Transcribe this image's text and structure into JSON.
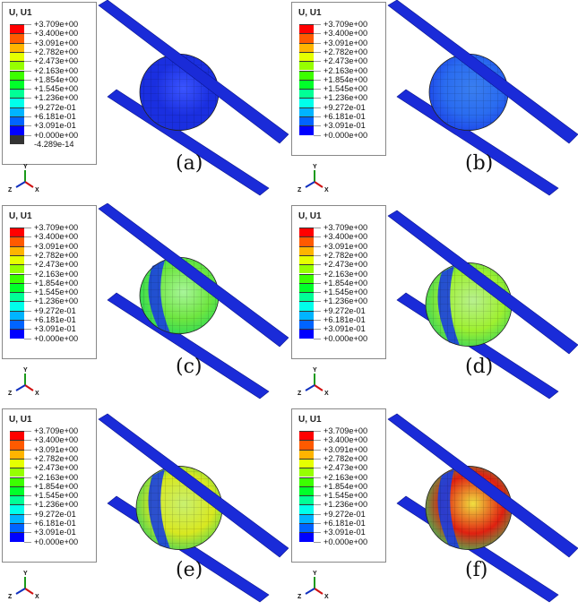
{
  "legend": {
    "title": "U, U1",
    "band_colors": [
      "#ff0000",
      "#ff5a00",
      "#ffb400",
      "#e6ff00",
      "#96ff00",
      "#3cff00",
      "#00ff2a",
      "#00ff96",
      "#00ffea",
      "#00b4ff",
      "#0064ff",
      "#0000ff"
    ],
    "values": [
      "+3.709e+00",
      "+3.400e+00",
      "+3.091e+00",
      "+2.782e+00",
      "+2.473e+00",
      "+2.163e+00",
      "+1.854e+00",
      "+1.545e+00",
      "+1.236e+00",
      "+9.272e-01",
      "+6.181e-01",
      "+3.091e-01",
      "+0.000e+00"
    ],
    "extra_value": "-4.289e-14",
    "extra_color": "#333333"
  },
  "triad": {
    "y": "Y",
    "x": "X",
    "z": "Z"
  },
  "panels": [
    {
      "label": "(a)",
      "has_extra": true,
      "sphere": {
        "base": "#1a2fe0",
        "light": "#3b55ff",
        "band": "#1a2fe0",
        "hot": "#1a2fe0"
      },
      "contact": false
    },
    {
      "label": "(b)",
      "has_extra": false,
      "sphere": {
        "base": "#1a3ee8",
        "light": "#3a7ff0",
        "band": "#1a2fe0",
        "hot": "#2a6cf0"
      },
      "contact": false
    },
    {
      "label": "(c)",
      "has_extra": false,
      "sphere": {
        "base": "#20d85a",
        "light": "#a8f59a",
        "band": "#1a3fe0",
        "hot": "#6ee640"
      },
      "contact": false
    },
    {
      "label": "(d)",
      "has_extra": false,
      "sphere": {
        "base": "#28d060",
        "light": "#b8f090",
        "band": "#1a3fe0",
        "hot": "#9ef030"
      },
      "contact": true
    },
    {
      "label": "(e)",
      "has_extra": false,
      "sphere": {
        "base": "#30d060",
        "light": "#c8f070",
        "band": "#1a3fe0",
        "hot": "#d8e820"
      },
      "contact": true
    },
    {
      "label": "(f)",
      "has_extra": false,
      "sphere": {
        "base": "#30d060",
        "light": "#f0e040",
        "band": "#1a3fe0",
        "hot": "#e02010"
      },
      "contact": true
    }
  ]
}
